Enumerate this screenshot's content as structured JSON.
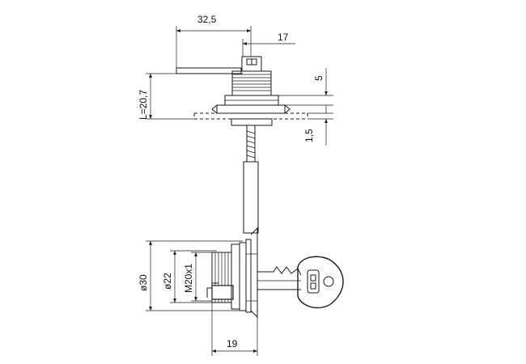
{
  "drawing": {
    "dimensions": {
      "top_width_325": "32,5",
      "top_width_17": "17",
      "right_5": "5",
      "right_15": "1,5",
      "left_length": "L=20,7",
      "side_dia_30": "ø30",
      "side_dia_22": "ø22",
      "side_thread": "M20x1",
      "bottom_length": "19"
    }
  }
}
